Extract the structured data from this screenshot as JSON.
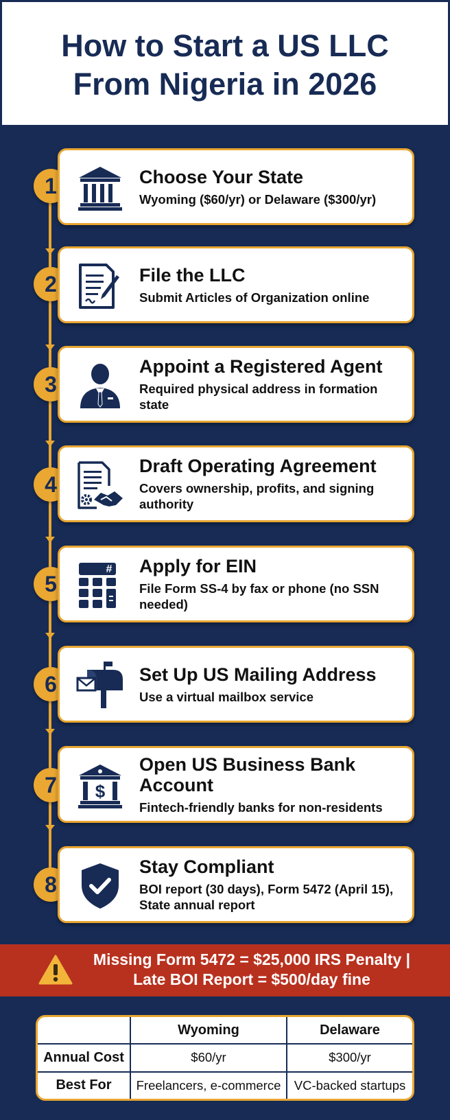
{
  "header": {
    "title_line1": "How to Start a US LLC",
    "title_line2": "From Nigeria in 2026"
  },
  "steps": [
    {
      "number": "1",
      "title": "Choose Your State",
      "description": "Wyoming ($60/yr) or Delaware ($300/yr)",
      "icon": "courthouse-icon"
    },
    {
      "number": "2",
      "title": "File the LLC",
      "description": "Submit Articles of Organization online",
      "icon": "document-pen-icon"
    },
    {
      "number": "3",
      "title": "Appoint a Registered Agent",
      "description": "Required physical address in formation state",
      "icon": "agent-person-icon"
    },
    {
      "number": "4",
      "title": "Draft Operating Agreement",
      "description": "Covers ownership, profits, and signing authority",
      "icon": "agreement-handshake-icon"
    },
    {
      "number": "5",
      "title": "Apply for EIN",
      "description": "File Form SS-4 by fax or phone (no SSN needed)",
      "icon": "calculator-keypad-icon"
    },
    {
      "number": "6",
      "title": "Set Up US Mailing Address",
      "description": "Use a virtual mailbox service",
      "icon": "mailbox-icon"
    },
    {
      "number": "7",
      "title": "Open US Business Bank Account",
      "description": "Fintech-friendly banks for non-residents",
      "icon": "bank-dollar-icon"
    },
    {
      "number": "8",
      "title": "Stay Compliant",
      "description": "BOI report (30 days), Form 5472 (April 15), State annual report",
      "icon": "shield-check-icon"
    }
  ],
  "alert": {
    "line1": "Missing Form 5472 = $25,000 IRS Penalty |",
    "line2": "Late BOI Report = $500/day fine",
    "icon": "warning-triangle-icon"
  },
  "comparison": {
    "headers": [
      "",
      "Wyoming",
      "Delaware"
    ],
    "rows": [
      {
        "label": "Annual Cost",
        "wyoming": "$60/yr",
        "delaware": "$300/yr"
      },
      {
        "label": "Best For",
        "wyoming": "Freelancers, e-commerce",
        "delaware": "VC-backed startups"
      }
    ]
  },
  "colors": {
    "navy": "#172b55",
    "gold": "#e8a631",
    "alert_red": "#b8311f",
    "white": "#ffffff"
  }
}
